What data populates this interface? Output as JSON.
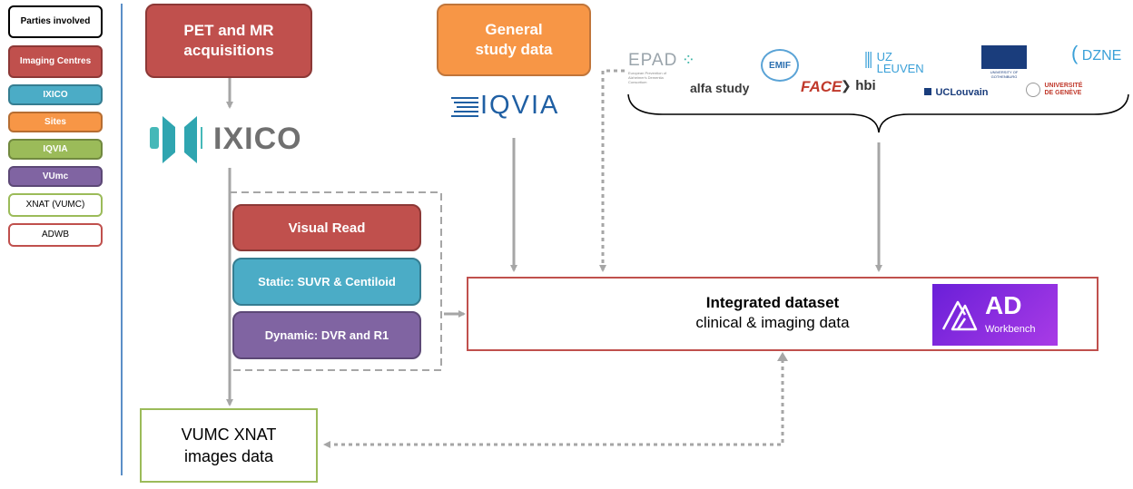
{
  "legend": {
    "items": [
      {
        "label": "Parties involved",
        "fill": "#ffffff",
        "border": "#000000",
        "text": "#000000"
      },
      {
        "label": "Imaging Centres",
        "fill": "#c0504d",
        "border": "#8c3836",
        "text": "#ffffff"
      },
      {
        "label": "IXICO",
        "fill": "#4bacc6",
        "border": "#357d91",
        "text": "#ffffff"
      },
      {
        "label": "Sites",
        "fill": "#f79646",
        "border": "#b66d32",
        "text": "#ffffff"
      },
      {
        "label": "IQVIA",
        "fill": "#9bbb59",
        "border": "#71893f",
        "text": "#ffffff"
      },
      {
        "label": "VUmc",
        "fill": "#8064a2",
        "border": "#5c4876",
        "text": "#ffffff"
      },
      {
        "label": "XNAT (VUMC)",
        "fill": "#ffffff",
        "border": "#9bbb59",
        "text": "#000000"
      },
      {
        "label": "ADWB",
        "fill": "#ffffff",
        "border": "#c0504d",
        "text": "#000000"
      }
    ]
  },
  "boxes": {
    "pet_mr": "PET and MR acquisitions",
    "general_study": "General study data",
    "visual_read": "Visual Read",
    "static": "Static: SUVR & Centiloid",
    "dynamic": "Dynamic: DVR and R1",
    "integrated_title": "Integrated dataset",
    "integrated_sub": "clinical & imaging data",
    "xnat": "VUMC XNAT images data"
  },
  "logos": {
    "ixico": "IXICO",
    "iqvia": "IQVIA",
    "epad": "EPAD",
    "epad_sub": "European Prevention of Alzheimer's Dementia Consortium",
    "emif": "EMIF",
    "uz_leuven": "UZ LEUVEN",
    "gothenburg": "UNIVERSITY OF GOTHENBURG",
    "dzne": "DZNE",
    "alfa": "alfa study",
    "face": "FACE",
    "hbi": "hbi",
    "uclouvain": "UCLouvain",
    "geneve": "UNIVERSITÉ DE GENÈVE",
    "adwb_main": "AD",
    "adwb_sub": "Workbench"
  },
  "colors": {
    "red": "#c0504d",
    "blue": "#4bacc6",
    "orange": "#f79646",
    "green": "#9bbb59",
    "purple": "#8064a2",
    "arrow_gray": "#a6a6a6",
    "adwb_purple": "#8a2be2",
    "separator": "#5b8fc7"
  }
}
